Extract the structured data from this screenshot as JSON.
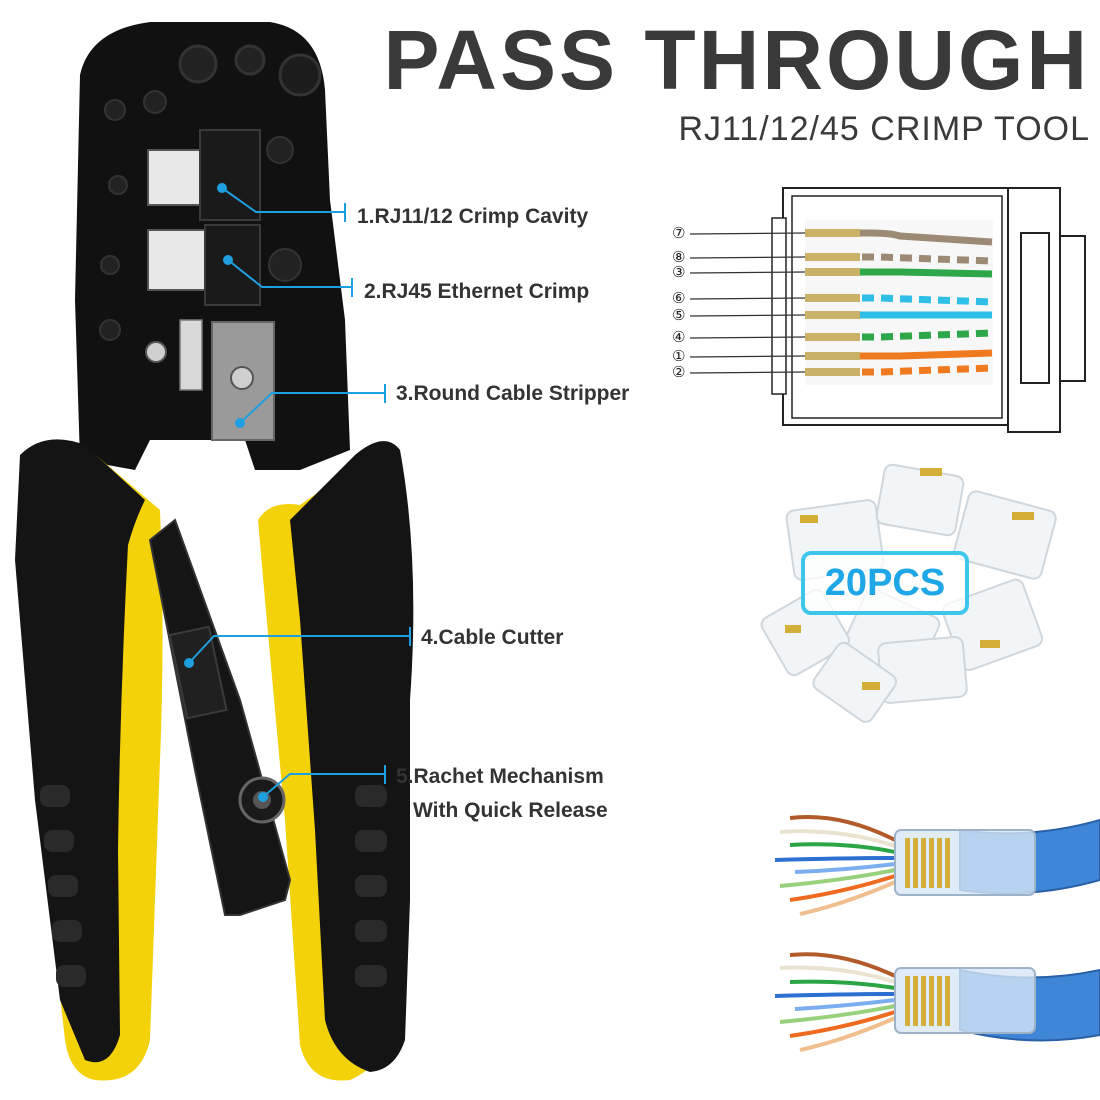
{
  "header": {
    "title": "PASS THROUGH",
    "subtitle": "RJ11/12/45 CRIMP TOOL"
  },
  "callouts": [
    {
      "label": "1.RJ11/12 Crimp Cavity"
    },
    {
      "label": "2.RJ45 Ethernet Crimp"
    },
    {
      "label": "3.Round Cable Stripper"
    },
    {
      "label": "4.Cable Cutter"
    },
    {
      "label": "5.Rachet Mechanism",
      "label2": "With Quick Release"
    }
  ],
  "pinout": {
    "pins": [
      "⑦",
      "⑧",
      "③",
      "⑥",
      "⑤",
      "④",
      "①",
      "②"
    ]
  },
  "badge": {
    "text": "20PCS"
  },
  "colors": {
    "handle_black": "#141414",
    "handle_yellow": "#f4d20a",
    "callout_line": "#1e9fe0",
    "badge_border": "#3cc7ea",
    "title_gray": "#3a3a3a"
  }
}
